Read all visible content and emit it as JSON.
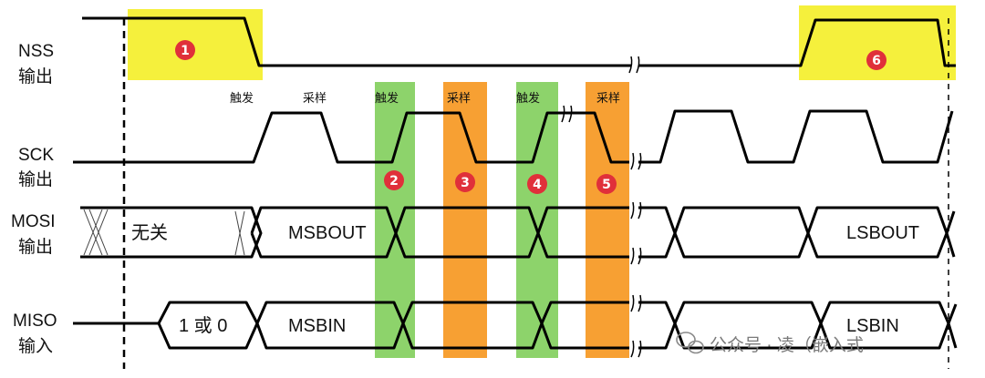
{
  "signals": {
    "nss": {
      "name": "NSS",
      "dir": "输出"
    },
    "sck": {
      "name": "SCK",
      "dir": "输出"
    },
    "mosi": {
      "name": "MOSI",
      "dir": "输出"
    },
    "miso": {
      "name": "MISO",
      "dir": "输入"
    }
  },
  "edge_labels": {
    "trigger1": "触发",
    "sample1": "采样",
    "trigger2": "触发",
    "sample2": "采样",
    "trigger3": "触发",
    "sample3": "采样"
  },
  "markers": [
    "1",
    "2",
    "3",
    "4",
    "5",
    "6"
  ],
  "mosi_cells": {
    "dontcare": "无关",
    "msb": "MSBOUT",
    "lsb": "LSBOUT"
  },
  "miso_cells": {
    "first": "1 或 0",
    "msb": "MSBIN",
    "lsb": "LSBIN"
  },
  "watermark": "公众号 · 凌（嵌入式",
  "colors": {
    "highlight_yellow": "#f5f03c",
    "trigger_green": "#8dd36b",
    "sample_orange": "#f7a033",
    "marker_red": "#e0303a"
  }
}
